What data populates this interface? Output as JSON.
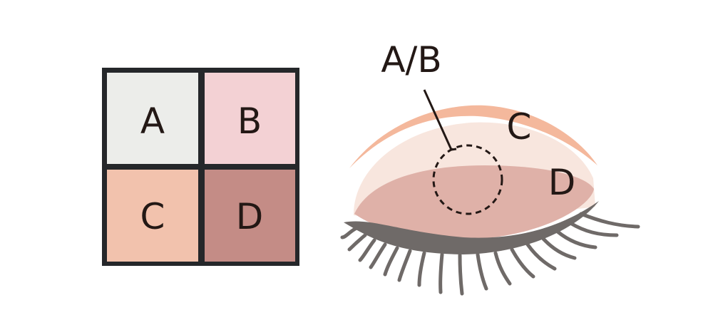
{
  "palette": {
    "pans": [
      {
        "label": "A",
        "color": "#ecedea"
      },
      {
        "label": "B",
        "color": "#f3d1d4"
      },
      {
        "label": "C",
        "color": "#f2c2ad"
      },
      {
        "label": "D",
        "color": "#c48c86"
      }
    ],
    "frame_color": "#25272a"
  },
  "eye_diagram": {
    "labels": {
      "ab": "A/B",
      "c": "C",
      "d": "D"
    },
    "colors": {
      "crease_c": "#f4b89c",
      "lid_base": "#f8e6de",
      "lid_d": "#dfb1a8",
      "lash": "#6f6a68"
    }
  }
}
